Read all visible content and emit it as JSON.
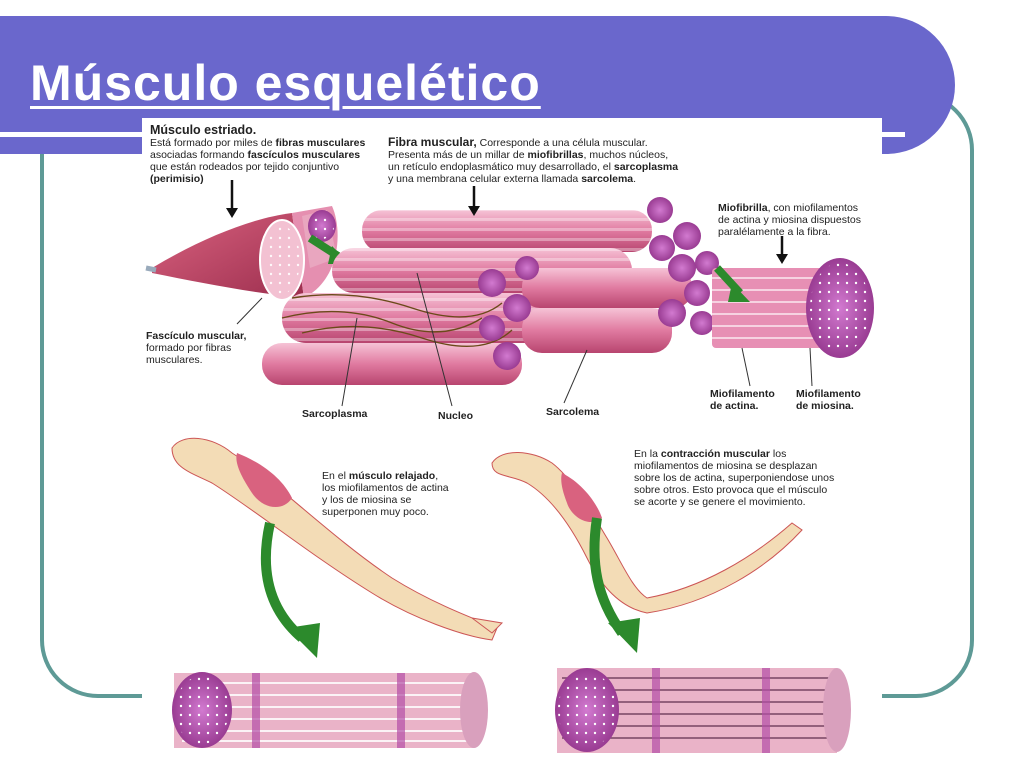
{
  "slide": {
    "title": "Músculo esquelético"
  },
  "labels": {
    "musculo_estriado": {
      "heading": "Músculo estriado.",
      "l1a": "Está formado por miles de ",
      "l1b": "fibras musculares",
      "l2a": "asociadas formando ",
      "l2b": "fascículos musculares",
      "l3": "que están rodeados por tejido conjuntivo",
      "l4": "(perimisio)"
    },
    "fibra_muscular": {
      "heading": "Fibra muscular,",
      "l1": " Corresponde a una célula muscular.",
      "l2a": "Presenta más de un millar de ",
      "l2b": "miofibrillas",
      "l2c": ", muchos núcleos,",
      "l3a": "un retículo endoplasmático muy desarrollado, el ",
      "l3b": "sarcoplasma",
      "l4a": "y una membrana celular externa llamada ",
      "l4b": "sarcolema",
      "l4c": "."
    },
    "miofibrilla": {
      "heading": "Miofibrilla",
      "l1": ", con miofilamentos",
      "l2": "de actina y miosina dispuestos",
      "l3": "paralélamente a la fibra."
    },
    "fasciculo": {
      "heading": "Fascículo muscular,",
      "l2": "formado por fibras",
      "l3": "musculares."
    },
    "sarcoplasma": "Sarcoplasma",
    "nucleo": "Nucleo",
    "sarcolema": "Sarcolema",
    "miofilamento_actina": {
      "l1": "Miofilamento",
      "l2": "de actina."
    },
    "miofilamento_miosina": {
      "l1": "Miofilamento",
      "l2": "de miosina."
    },
    "relajado": {
      "l1a": "En el ",
      "l1b": "músculo relajado",
      "l1c": ",",
      "l2": "los miofilamentos de actina",
      "l3": "y los de miosina se",
      "l4": "superponen muy poco."
    },
    "contraccion": {
      "l1a": "En la ",
      "l1b": "contracción muscular",
      "l1c": " los",
      "l2": "miofilamentos de miosina se desplazan",
      "l3": "sobre los de actina, superponiendose unos",
      "l4": "sobre otros. Esto provoca que el músculo",
      "l5": "se acorte y se genere el movimiento."
    }
  },
  "colors": {
    "title_bar": "#6a67cc",
    "frame": "#5e9a96",
    "muscle": "#c8476f",
    "fiber": "#e58fb0",
    "fiber_end": "#b44ea6",
    "arrow": "#2c8a2c",
    "bone": "#f3dcb6"
  }
}
